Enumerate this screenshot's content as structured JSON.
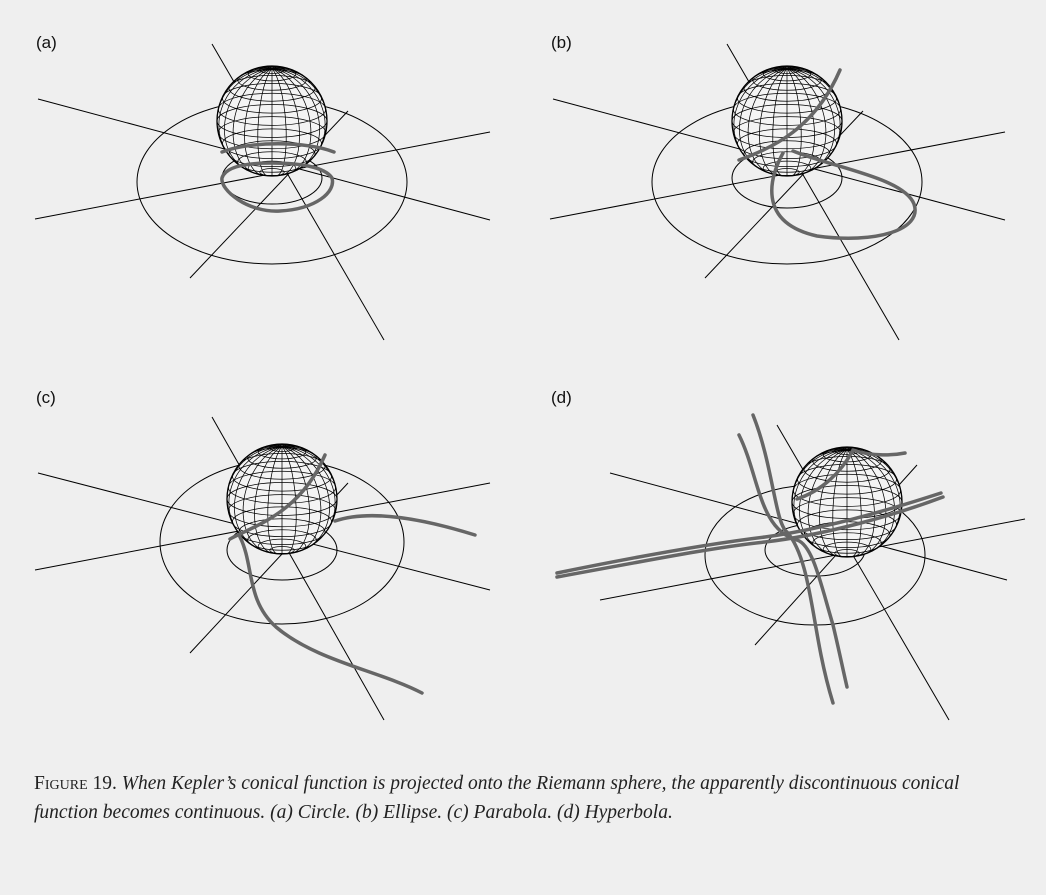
{
  "panels": [
    {
      "label": "(a)",
      "conic": "circle"
    },
    {
      "label": "(b)",
      "conic": "ellipse"
    },
    {
      "label": "(c)",
      "conic": "parabola"
    },
    {
      "label": "(d)",
      "conic": "hyperbola"
    }
  ],
  "caption": {
    "figure_label": "Figure 19.",
    "text": "When Kepler’s conical function is projected onto the Riemann sphere, the apparently discontinuous conical function becomes continuous. (a) Circle. (b) Ellipse. (c) Parabola. (d) Hyperbola."
  },
  "colors": {
    "background": "#efefef",
    "curve": "#666666",
    "lines": "#000000"
  }
}
